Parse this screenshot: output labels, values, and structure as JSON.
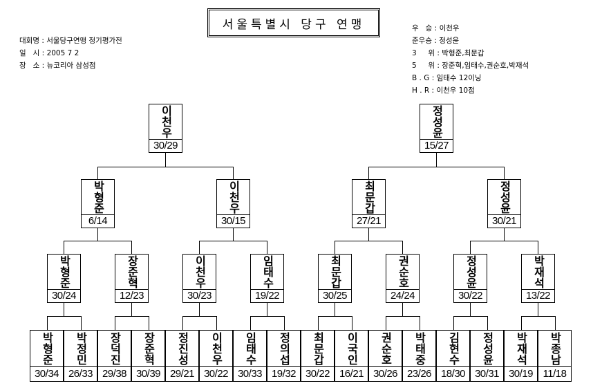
{
  "title": "서울특별시 당구 연맹",
  "event_info": [
    {
      "label": "대회명",
      "value": "서울당구연맹 정기평가전"
    },
    {
      "label": "일   시",
      "value": "2005 7 2"
    },
    {
      "label": "장   소",
      "value": "뉴코리아 삼성점"
    }
  ],
  "results": [
    {
      "label": "우   승",
      "value": "이천우"
    },
    {
      "label": "준우승",
      "value": "정성윤"
    },
    {
      "label": "3     위",
      "value": "박형준,최문갑"
    },
    {
      "label": "5     위",
      "value": "장준혁,임태수,권순호,박재석"
    },
    {
      "label": "B . G",
      "value": "임태수 12이닝"
    },
    {
      "label": "H . R",
      "value": "이천우 10점"
    }
  ],
  "bracket": [
    [
      {
        "name": "이천우",
        "score": "30/29"
      },
      {
        "name": "정성윤",
        "score": "15/27"
      }
    ],
    [
      {
        "name": "박형준",
        "score": "6/14"
      },
      {
        "name": "이천우",
        "score": "30/15"
      },
      {
        "name": "최문갑",
        "score": "27/21"
      },
      {
        "name": "정성윤",
        "score": "30/21"
      }
    ],
    [
      {
        "name": "박형준",
        "score": "30/24"
      },
      {
        "name": "장준혁",
        "score": "12/23"
      },
      {
        "name": "이천우",
        "score": "30/23"
      },
      {
        "name": "임태수",
        "score": "19/22"
      },
      {
        "name": "최문갑",
        "score": "30/25"
      },
      {
        "name": "권순호",
        "score": "24/24"
      },
      {
        "name": "정성윤",
        "score": "30/22"
      },
      {
        "name": "박재석",
        "score": "13/22"
      }
    ],
    [
      {
        "name": "박형준",
        "score": "30/34"
      },
      {
        "name": "박정민",
        "score": "26/33"
      },
      {
        "name": "장덕진",
        "score": "29/38"
      },
      {
        "name": "장준혁",
        "score": "30/39"
      },
      {
        "name": "정진성",
        "score": "29/21"
      },
      {
        "name": "이천우",
        "score": "30/22"
      },
      {
        "name": "임태수",
        "score": "30/33"
      },
      {
        "name": "정의섭",
        "score": "19/32"
      },
      {
        "name": "최문갑",
        "score": "30/22"
      },
      {
        "name": "이국인",
        "score": "16/21"
      },
      {
        "name": "권순호",
        "score": "30/26"
      },
      {
        "name": "박태중",
        "score": "23/26"
      },
      {
        "name": "김현수",
        "score": "18/30"
      },
      {
        "name": "정성윤",
        "score": "30/31"
      },
      {
        "name": "박재석",
        "score": "30/19"
      },
      {
        "name": "박종남",
        "score": "11/18"
      }
    ]
  ]
}
